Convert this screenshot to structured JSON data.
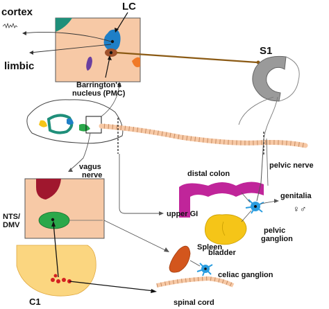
{
  "labels": {
    "cortex": "cortex",
    "limbic": "limbic",
    "lc": "LC",
    "barrington_line1": "Barrington's",
    "barrington_line2": "nucleus (PMC)",
    "s1": "S1",
    "vagus_line1": "vagus",
    "vagus_line2": "nerve",
    "distal_colon": "distal colon",
    "pelvic_nerve": "pelvic nerve",
    "genitalia": "genitalia",
    "sex_symbols": "♀♂",
    "nts_line1": "NTS/",
    "nts_line2": "DMV",
    "upper_gi": "upper GI",
    "spleen": "Spleen",
    "bladder": "bladder",
    "pelvic_ganglion_line1": "pelvic",
    "pelvic_ganglion_line2": "ganglion",
    "celiac_ganglion": "celiac  ganglion",
    "c1": "C1",
    "spinal_cord": "spinal cord"
  },
  "colors": {
    "tissue": "#f7c9a6",
    "lc": "#1f7fc7",
    "pmc": "#a0522d",
    "brown_tract": "#8b5a14",
    "teal": "#1f8f7a",
    "purple": "#6a3fa0",
    "orange": "#f07a28",
    "grey": "#9a9a9a",
    "magenta": "#c0259a",
    "bladder": "#f5c518",
    "nts_green": "#2aa84a",
    "dark_red": "#a0172e",
    "spleen": "#d3561d",
    "neuron_blue": "#2a9de0",
    "c1_red": "#d42020",
    "c1_bg": "#fbd680"
  }
}
